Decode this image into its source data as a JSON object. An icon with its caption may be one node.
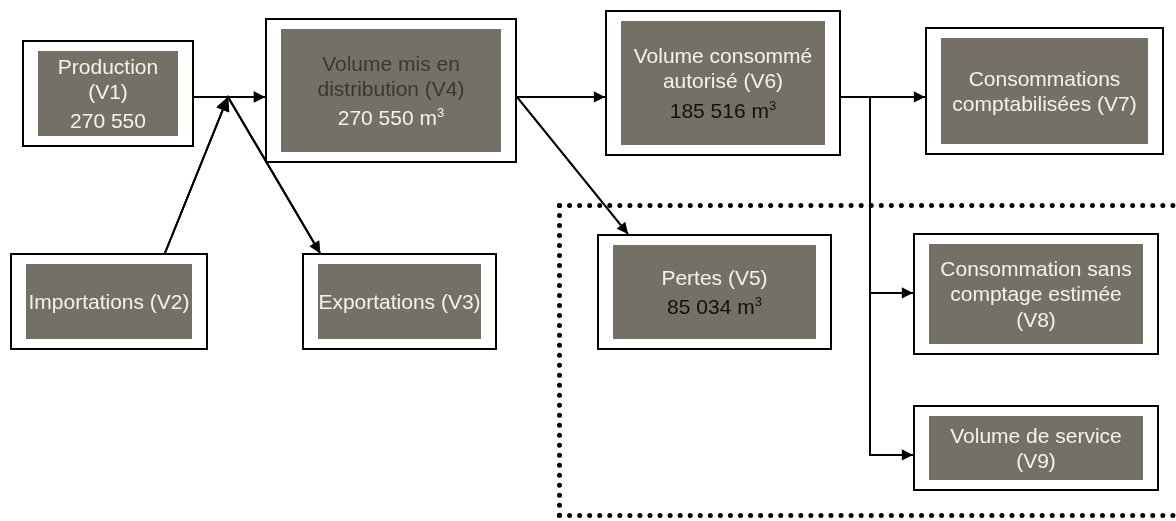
{
  "diagram": {
    "nodes": [
      {
        "text": [
          "Production (V1)",
          "270 550"
        ]
      },
      {
        "text": [
          "Importations (V2)"
        ]
      },
      {
        "text": [
          "Exportations (V3)"
        ]
      },
      {
        "text": [
          "Volume mis en distribution (V4)",
          "270 550 m$^{3}$"
        ]
      },
      {
        "text": [
          "Volume consommé autorisé (V6)",
          "185 516 m$^{3}$"
        ]
      },
      {
        "text": [
          "Consommations comptabilisées (V7)"
        ]
      },
      {
        "text": [],
        "shape": "box"
      },
      {
        "text": [
          "Pertes (V5)",
          "85 034 m$^{3}$"
        ],
        "in": 6
      },
      {
        "text": [
          "Consommation sans comptage estimée (V8)"
        ],
        "in": 6
      },
      {
        "text": [
          "Volume de service (V9)"
        ],
        "in": 6
      }
    ],
    "edges": [
      {
        "from": 0,
        "to": 3,
        "arrow": "to"
      },
      {
        "from": 0,
        "to": 2,
        "arrow": "to"
      },
      {
        "from": 1,
        "to": 3,
        "arrow": "to"
      },
      {
        "from": 1,
        "to": 2,
        "arrow": "to"
      },
      {
        "from": 3,
        "to": 4,
        "arrow": "to"
      },
      {
        "from": 3,
        "to": 7,
        "arrow": "to"
      },
      {
        "from": 4,
        "to": 5,
        "arrow": "to"
      },
      {
        "from": 4,
        "to": 8,
        "arrow": "to"
      },
      {
        "from": 4,
        "to": 9,
        "arrow": "to"
      }
    ]
  }
}
